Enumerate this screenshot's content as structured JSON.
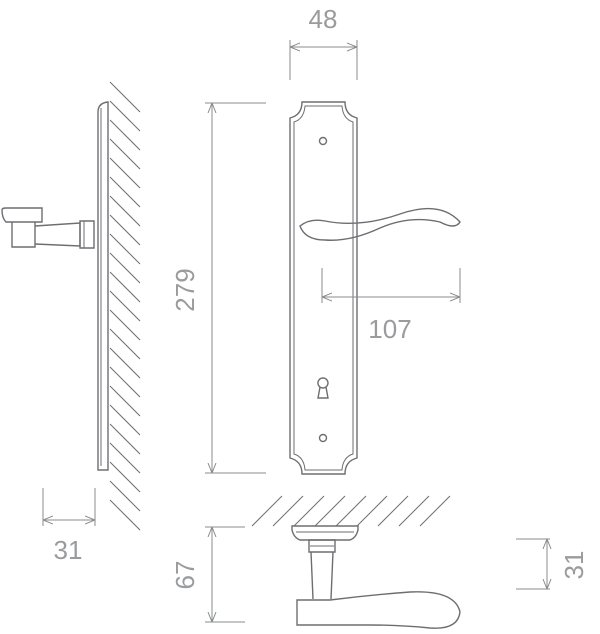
{
  "dimensions": {
    "plate_width": "48",
    "plate_height": "279",
    "lever_length": "107",
    "side_projection": "31",
    "lever_height": "67",
    "rose_to_lever": "31"
  },
  "colors": {
    "line": "#6d6e71",
    "text": "#9a9b9d"
  }
}
